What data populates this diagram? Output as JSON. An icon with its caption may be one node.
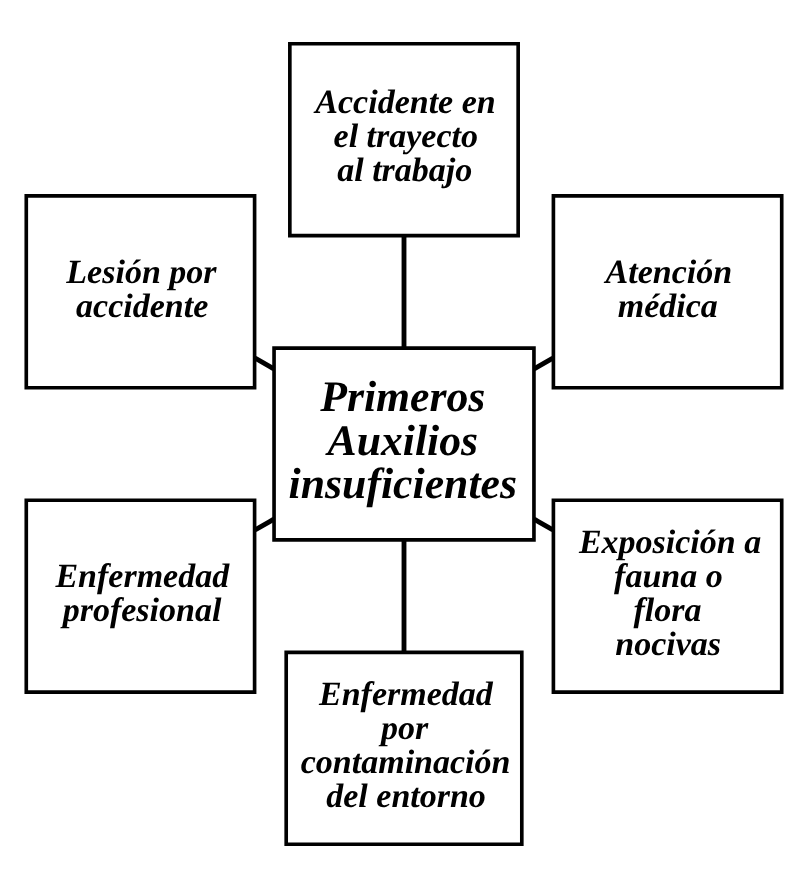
{
  "diagram": {
    "nodes": [
      {
        "text": [
          "Atención médica"
        ]
      },
      {
        "text": [
          "Accidente en el trayecto al trabajo"
        ]
      },
      {
        "text": [
          "Lesión por accidente"
        ]
      },
      {
        "text": [
          "Primeros Auxilios insuficientes"
        ]
      },
      {
        "text": [
          "Enfermedad profesional"
        ]
      },
      {
        "text": [
          "Enfermedad por contaminación del entorno"
        ]
      },
      {
        "text": [
          "Exposición a fauna o flora nocivas"
        ]
      }
    ],
    "edges": [
      {
        "from": 3,
        "to": 0,
        "arrow": "none"
      },
      {
        "from": 3,
        "to": 1,
        "arrow": "none"
      },
      {
        "from": 3,
        "to": 2,
        "arrow": "none"
      },
      {
        "from": 3,
        "to": 4,
        "arrow": "none"
      },
      {
        "from": 3,
        "to": 5,
        "arrow": "none"
      },
      {
        "from": 3,
        "to": 6,
        "arrow": "none"
      }
    ]
  }
}
